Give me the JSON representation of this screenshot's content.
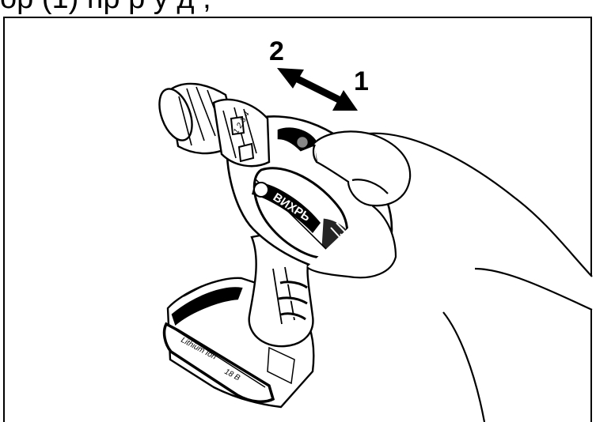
{
  "caption_fragment": "ор   (1)    пр    р у               д  ,",
  "labels": {
    "direction_1": "1",
    "direction_2": "2"
  },
  "tool": {
    "brand": "ВИХРЬ",
    "battery_type": "Lithium Ion",
    "battery_voltage": "18 В",
    "chuck_settings": "1 2 3 4"
  },
  "colors": {
    "line": "#000000",
    "background": "#ffffff"
  }
}
